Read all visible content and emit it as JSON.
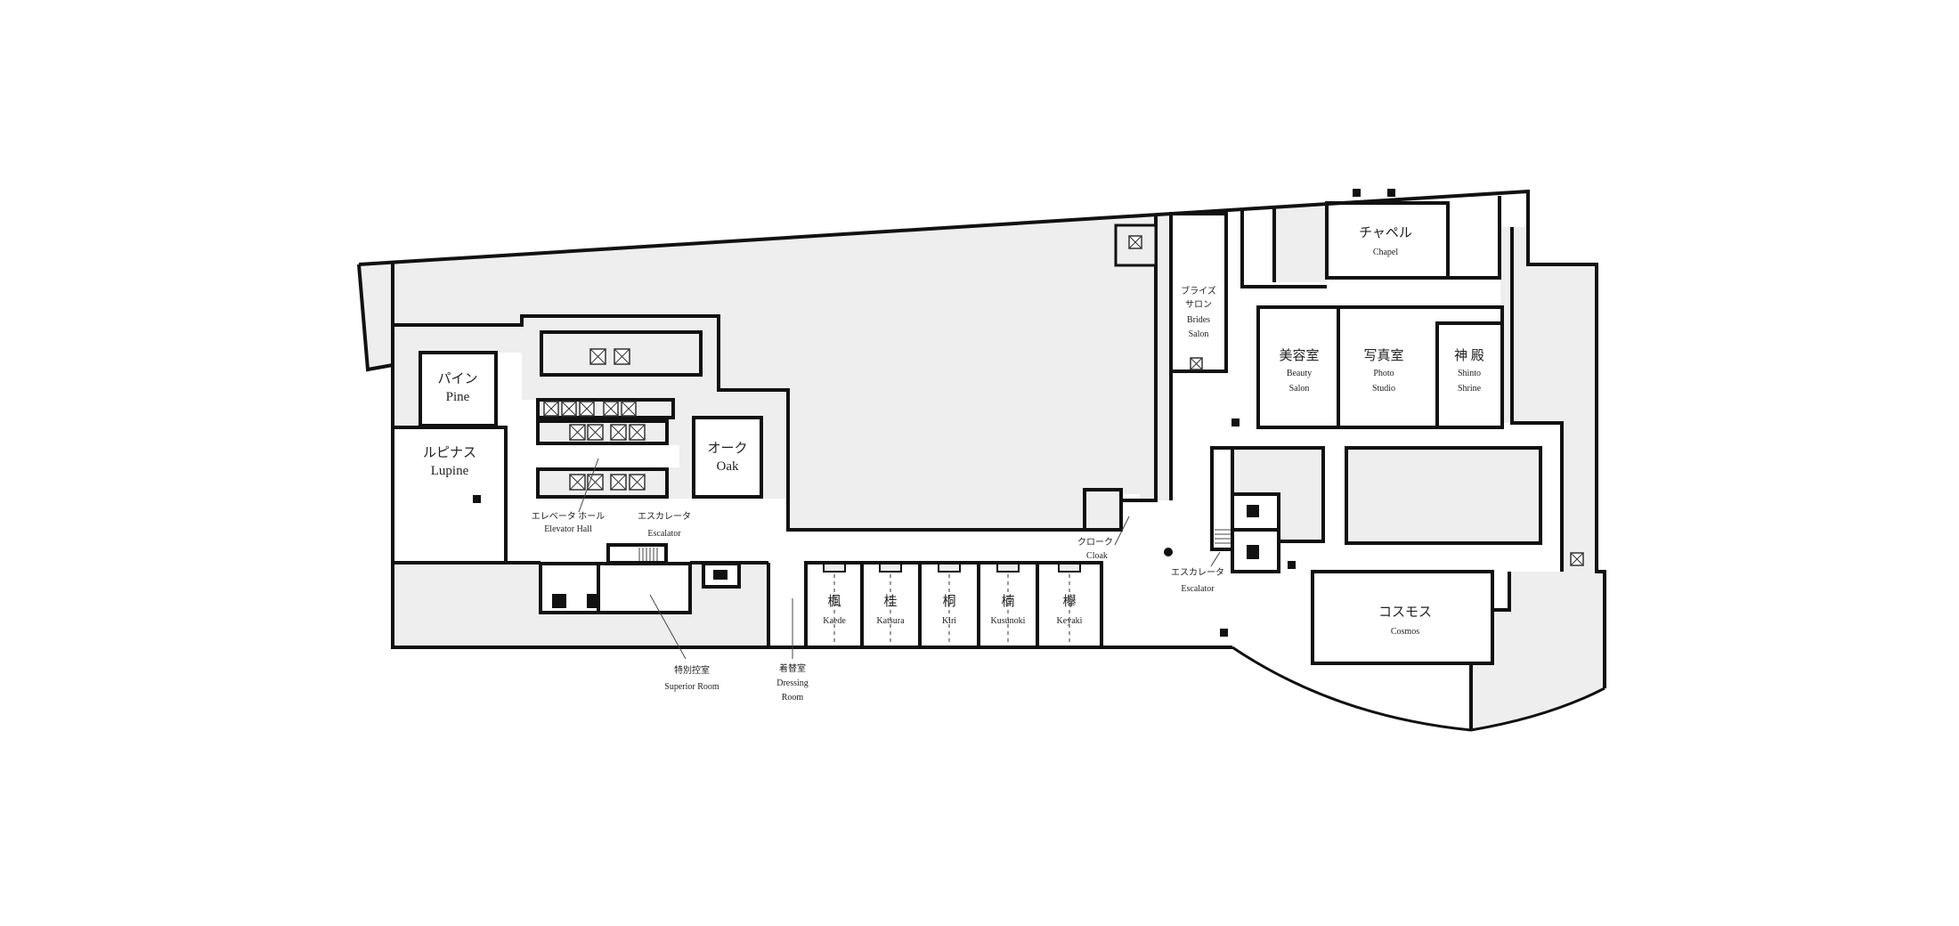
{
  "rooms": {
    "pine": {
      "ja": "パイン",
      "en": "Pine"
    },
    "lupine": {
      "ja": "ルピナス",
      "en": "Lupine"
    },
    "oak": {
      "ja": "オーク",
      "en": "Oak"
    },
    "elevator_hall": {
      "ja": "エレベータ ホール",
      "en": "Elevator Hall"
    },
    "escalator_west": {
      "ja": "エスカレータ",
      "en": "Escalator"
    },
    "superior_room": {
      "ja": "特別控室",
      "en": "Superior Room"
    },
    "dressing_room": {
      "ja": "着替室",
      "en1": "Dressing",
      "en2": "Room"
    },
    "kaede": {
      "ja": "楓",
      "en": "Kaede"
    },
    "katsura": {
      "ja": "桂",
      "en": "Katsura"
    },
    "kiri": {
      "ja": "桐",
      "en": "Kiri"
    },
    "kusunoki": {
      "ja": "楠",
      "en": "Kusunoki"
    },
    "keyaki": {
      "ja": "欅",
      "en": "Keyaki"
    },
    "cloak": {
      "ja": "クローク",
      "en": "Cloak"
    },
    "escalator_east": {
      "ja": "エスカレータ",
      "en": "Escalator"
    },
    "brides_salon": {
      "ja1": "ブライズ",
      "ja2": "サロン",
      "en1": "Brides",
      "en2": "Salon"
    },
    "chapel": {
      "ja": "チャペル",
      "en": "Chapel"
    },
    "beauty_salon": {
      "ja": "美容室",
      "en1": "Beauty",
      "en2": "Salon"
    },
    "photo_studio": {
      "ja": "写真室",
      "en1": "Photo",
      "en2": "Studio"
    },
    "shinto_shrine": {
      "ja": "神 殿",
      "en1": "Shinto",
      "en2": "Shrine"
    },
    "cosmos": {
      "ja": "コスモス",
      "en": "Cosmos"
    }
  },
  "colors": {
    "wall": "#111111",
    "service_area": "#edeeed",
    "room": "#ffffff"
  }
}
